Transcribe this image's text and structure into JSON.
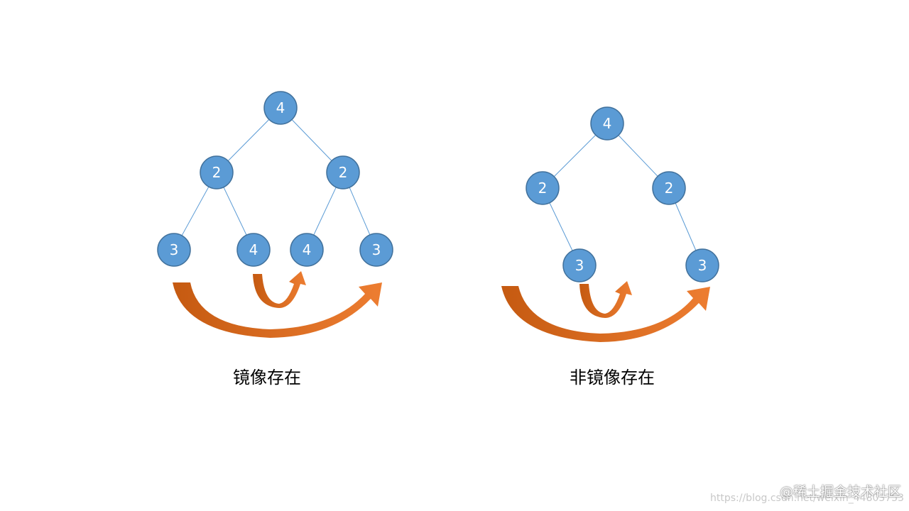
{
  "colors": {
    "node_fill": "#5b9bd5",
    "node_stroke": "#41719c",
    "edge": "#5b9bd5",
    "arrow_light": "#ed7d31",
    "arrow_dark": "#c55a11"
  },
  "diagrams": [
    {
      "caption": "镜像存在",
      "nodes": [
        "4",
        "2",
        "2",
        "3",
        "4",
        "4",
        "3"
      ]
    },
    {
      "caption": "非镜像存在",
      "nodes": [
        "4",
        "2",
        "2",
        "3",
        "3"
      ]
    }
  ],
  "watermark": {
    "text": "@稀土掘金技术社区",
    "url": "https://blog.csdn.net/weixin_44803753"
  }
}
